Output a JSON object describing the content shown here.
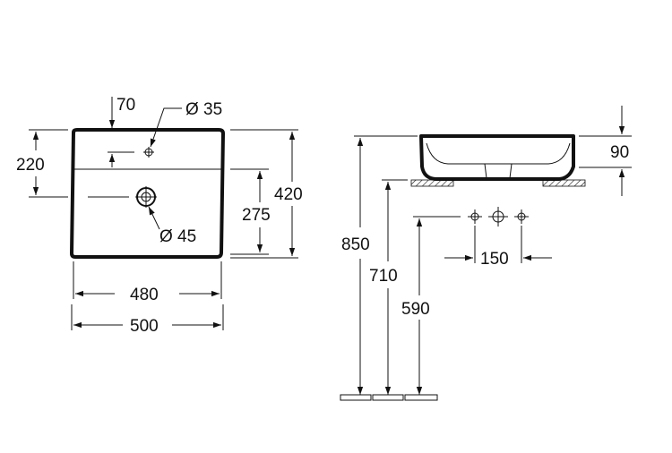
{
  "top_view": {
    "dim_tap_offset": "70",
    "dim_tap_hole": "Ø 35",
    "dim_tap_depth": "220",
    "dim_outlet": "Ø 45",
    "dim_outlet_depth": "275",
    "dim_depth": "420",
    "dim_inner_width": "480",
    "dim_width": "500"
  },
  "side_view": {
    "dim_height": "90",
    "dim_rim_height": "850",
    "dim_fixing_height": "710",
    "dim_supply_height": "590",
    "dim_supply_spacing": "150"
  },
  "colors": {
    "line": "#111111",
    "background": "#ffffff"
  }
}
